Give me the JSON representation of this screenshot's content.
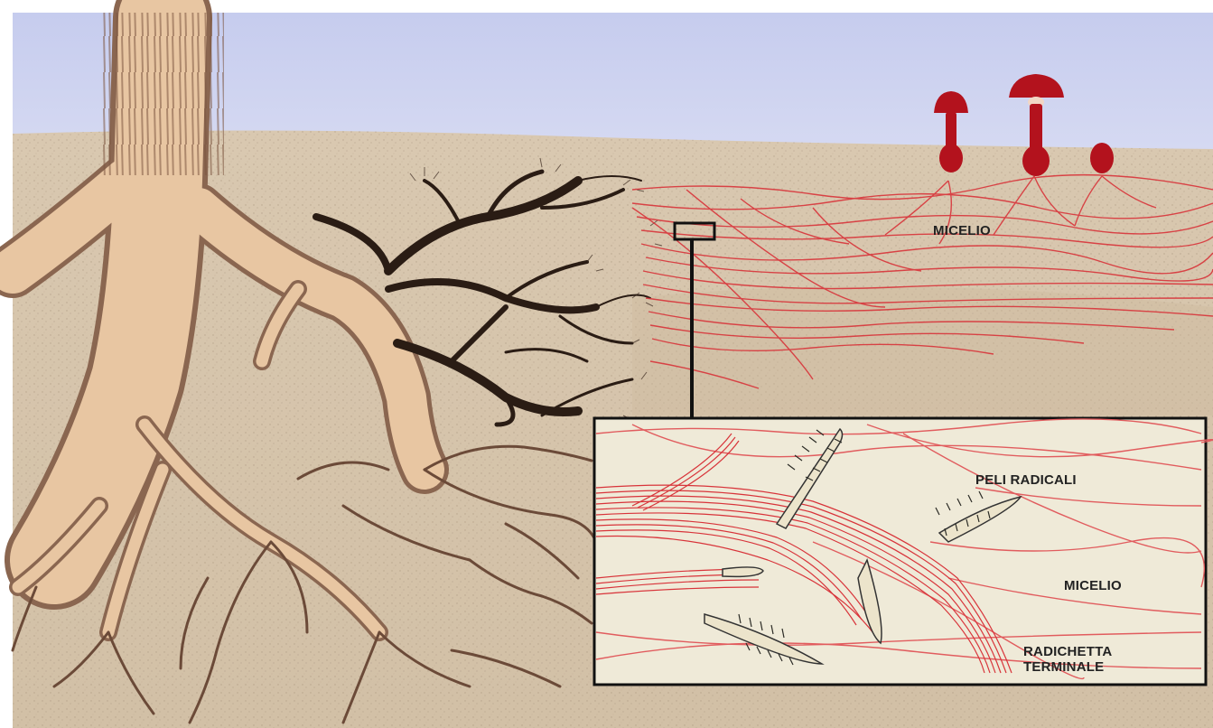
{
  "labels": {
    "mycelium_main": "MICELIO",
    "root_hairs": "PELI RADICALI",
    "mycelium_inset": "MICELIO",
    "terminal_rootlet_line1": "RADICHETTA",
    "terminal_rootlet_line2": "TERMINALE"
  },
  "colors": {
    "sky": "#c9cfee",
    "soil": "#dccdb8",
    "root": "#e9c9a6",
    "bark": "#6b4a38",
    "mycorrhiza": "#2a1c14",
    "hyphae": "#d8343a",
    "mushroom": "#b3121d",
    "inset_bg": "#efead8"
  },
  "icons": [
    "mushroom-icon",
    "mushroom-icon",
    "mushroom-icon"
  ]
}
